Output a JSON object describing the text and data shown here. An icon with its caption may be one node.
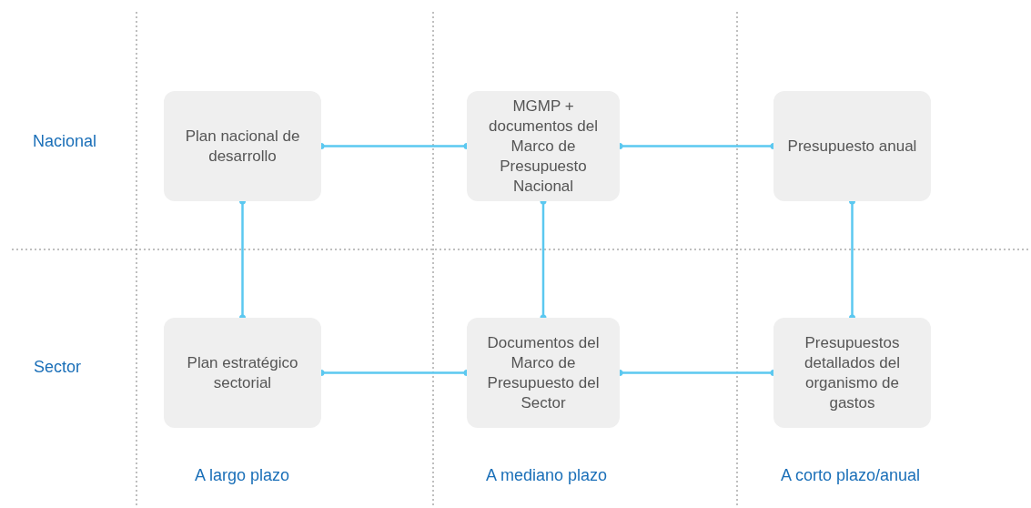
{
  "diagram": {
    "nodes": [
      {
        "text": [
          "Plan nacional de desarrollo"
        ]
      },
      {
        "text": [
          "MGMP + documentos del Marco de Presupuesto Nacional"
        ]
      },
      {
        "text": [
          "Presupuesto anual"
        ]
      },
      {
        "text": [
          "Plan estratégico sectorial"
        ]
      },
      {
        "text": [
          "Documentos del Marco de Presupuesto del Sector"
        ]
      },
      {
        "text": [
          "Presupuestos detallados del organismo de gastos"
        ]
      }
    ],
    "edges": [
      {
        "from": 0,
        "to": 1,
        "arrow": "other"
      },
      {
        "from": 1,
        "to": 2,
        "arrow": "other"
      },
      {
        "from": 0,
        "to": 3,
        "arrow": "other"
      },
      {
        "from": 1,
        "to": 4,
        "arrow": "other"
      },
      {
        "from": 2,
        "to": 5,
        "arrow": "other"
      },
      {
        "from": 3,
        "to": 4,
        "arrow": "other"
      },
      {
        "from": 4,
        "to": 5,
        "arrow": "other"
      }
    ],
    "labels": [
      "Nacional",
      "Sector",
      "A largo plazo",
      "A mediano plazo",
      "A corto plazo/anual"
    ]
  }
}
